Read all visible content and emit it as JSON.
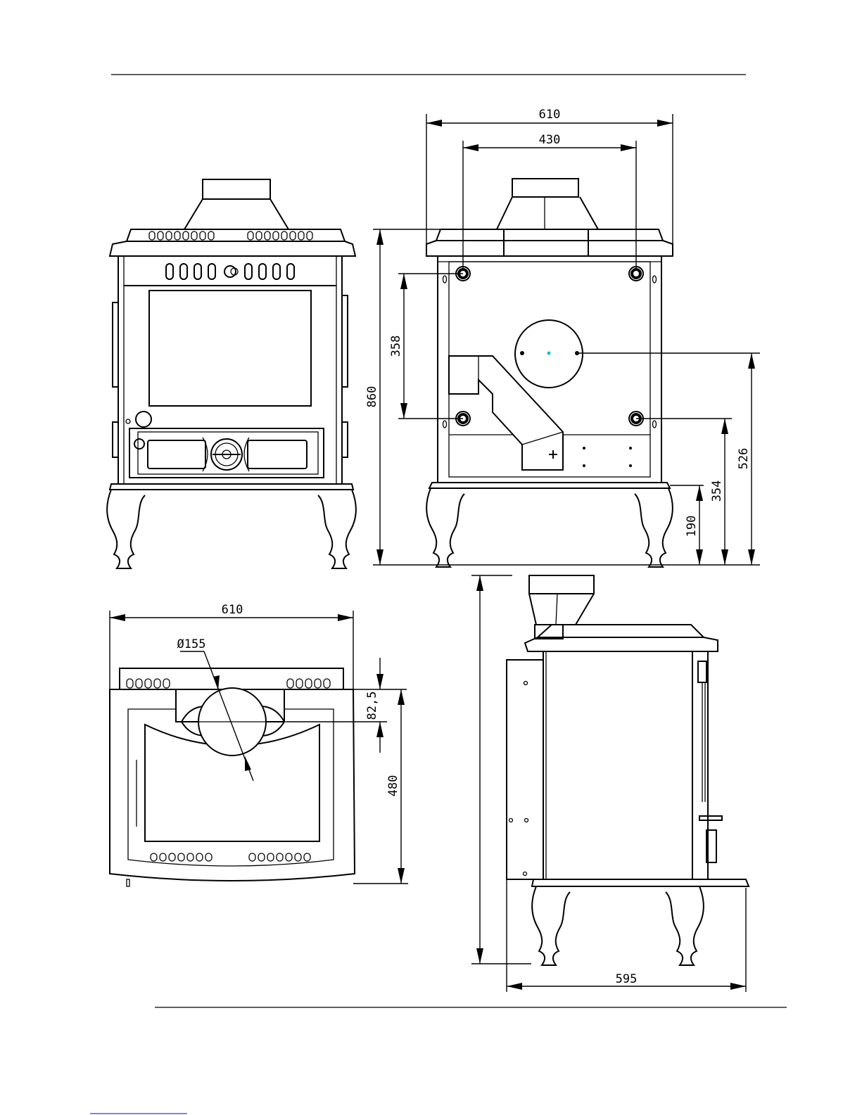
{
  "dimensions": {
    "rear_width": "610",
    "outlet_spacing": "430",
    "overall_height": "860",
    "outlet_vertical_spacing": "358",
    "rear_flue_center_height": "526",
    "lower_outlet_height": "354",
    "inlet_height": "190",
    "top_width": "610",
    "flue_diameter": "Ø155",
    "flue_offset": "82,5",
    "top_depth": "480",
    "side_depth": "595"
  },
  "colors": {
    "line": "#000000",
    "background": "#ffffff",
    "center_mark": "#00c8c8"
  }
}
